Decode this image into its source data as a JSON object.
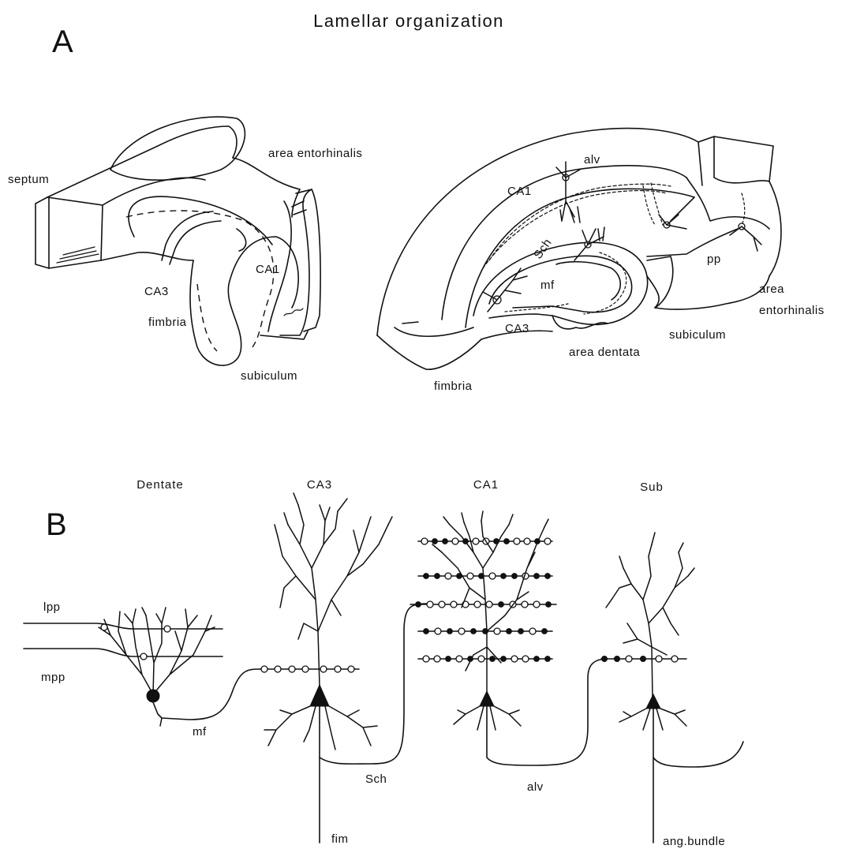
{
  "title": "Lamellar organization",
  "panel_a": {
    "letter": "A",
    "left_labels": {
      "septum": "septum",
      "area_entorhinalis": "area entorhinalis",
      "ca1": "CA1",
      "ca3": "CA3",
      "fimbria": "fimbria",
      "subiculum": "subiculum"
    },
    "right_labels": {
      "alv": "alv",
      "ca1": "CA1",
      "sch": "Sch",
      "mf": "mf",
      "ca3": "CA3",
      "pp": "pp",
      "area_entorhinalis": [
        "area",
        "entorhinalis"
      ],
      "subiculum": "subiculum",
      "area_dentata": "area dentata",
      "fimbria": "fimbria"
    }
  },
  "panel_b": {
    "letter": "B",
    "headers": {
      "dentate": "Dentate",
      "ca3": "CA3",
      "ca1": "CA1",
      "sub": "Sub"
    },
    "fiber_labels": {
      "lpp": "lpp",
      "mpp": "mpp",
      "mf": "mf",
      "sch": "Sch",
      "alv": "alv",
      "fim": "fim",
      "ang_bundle": "ang.bundle"
    }
  }
}
